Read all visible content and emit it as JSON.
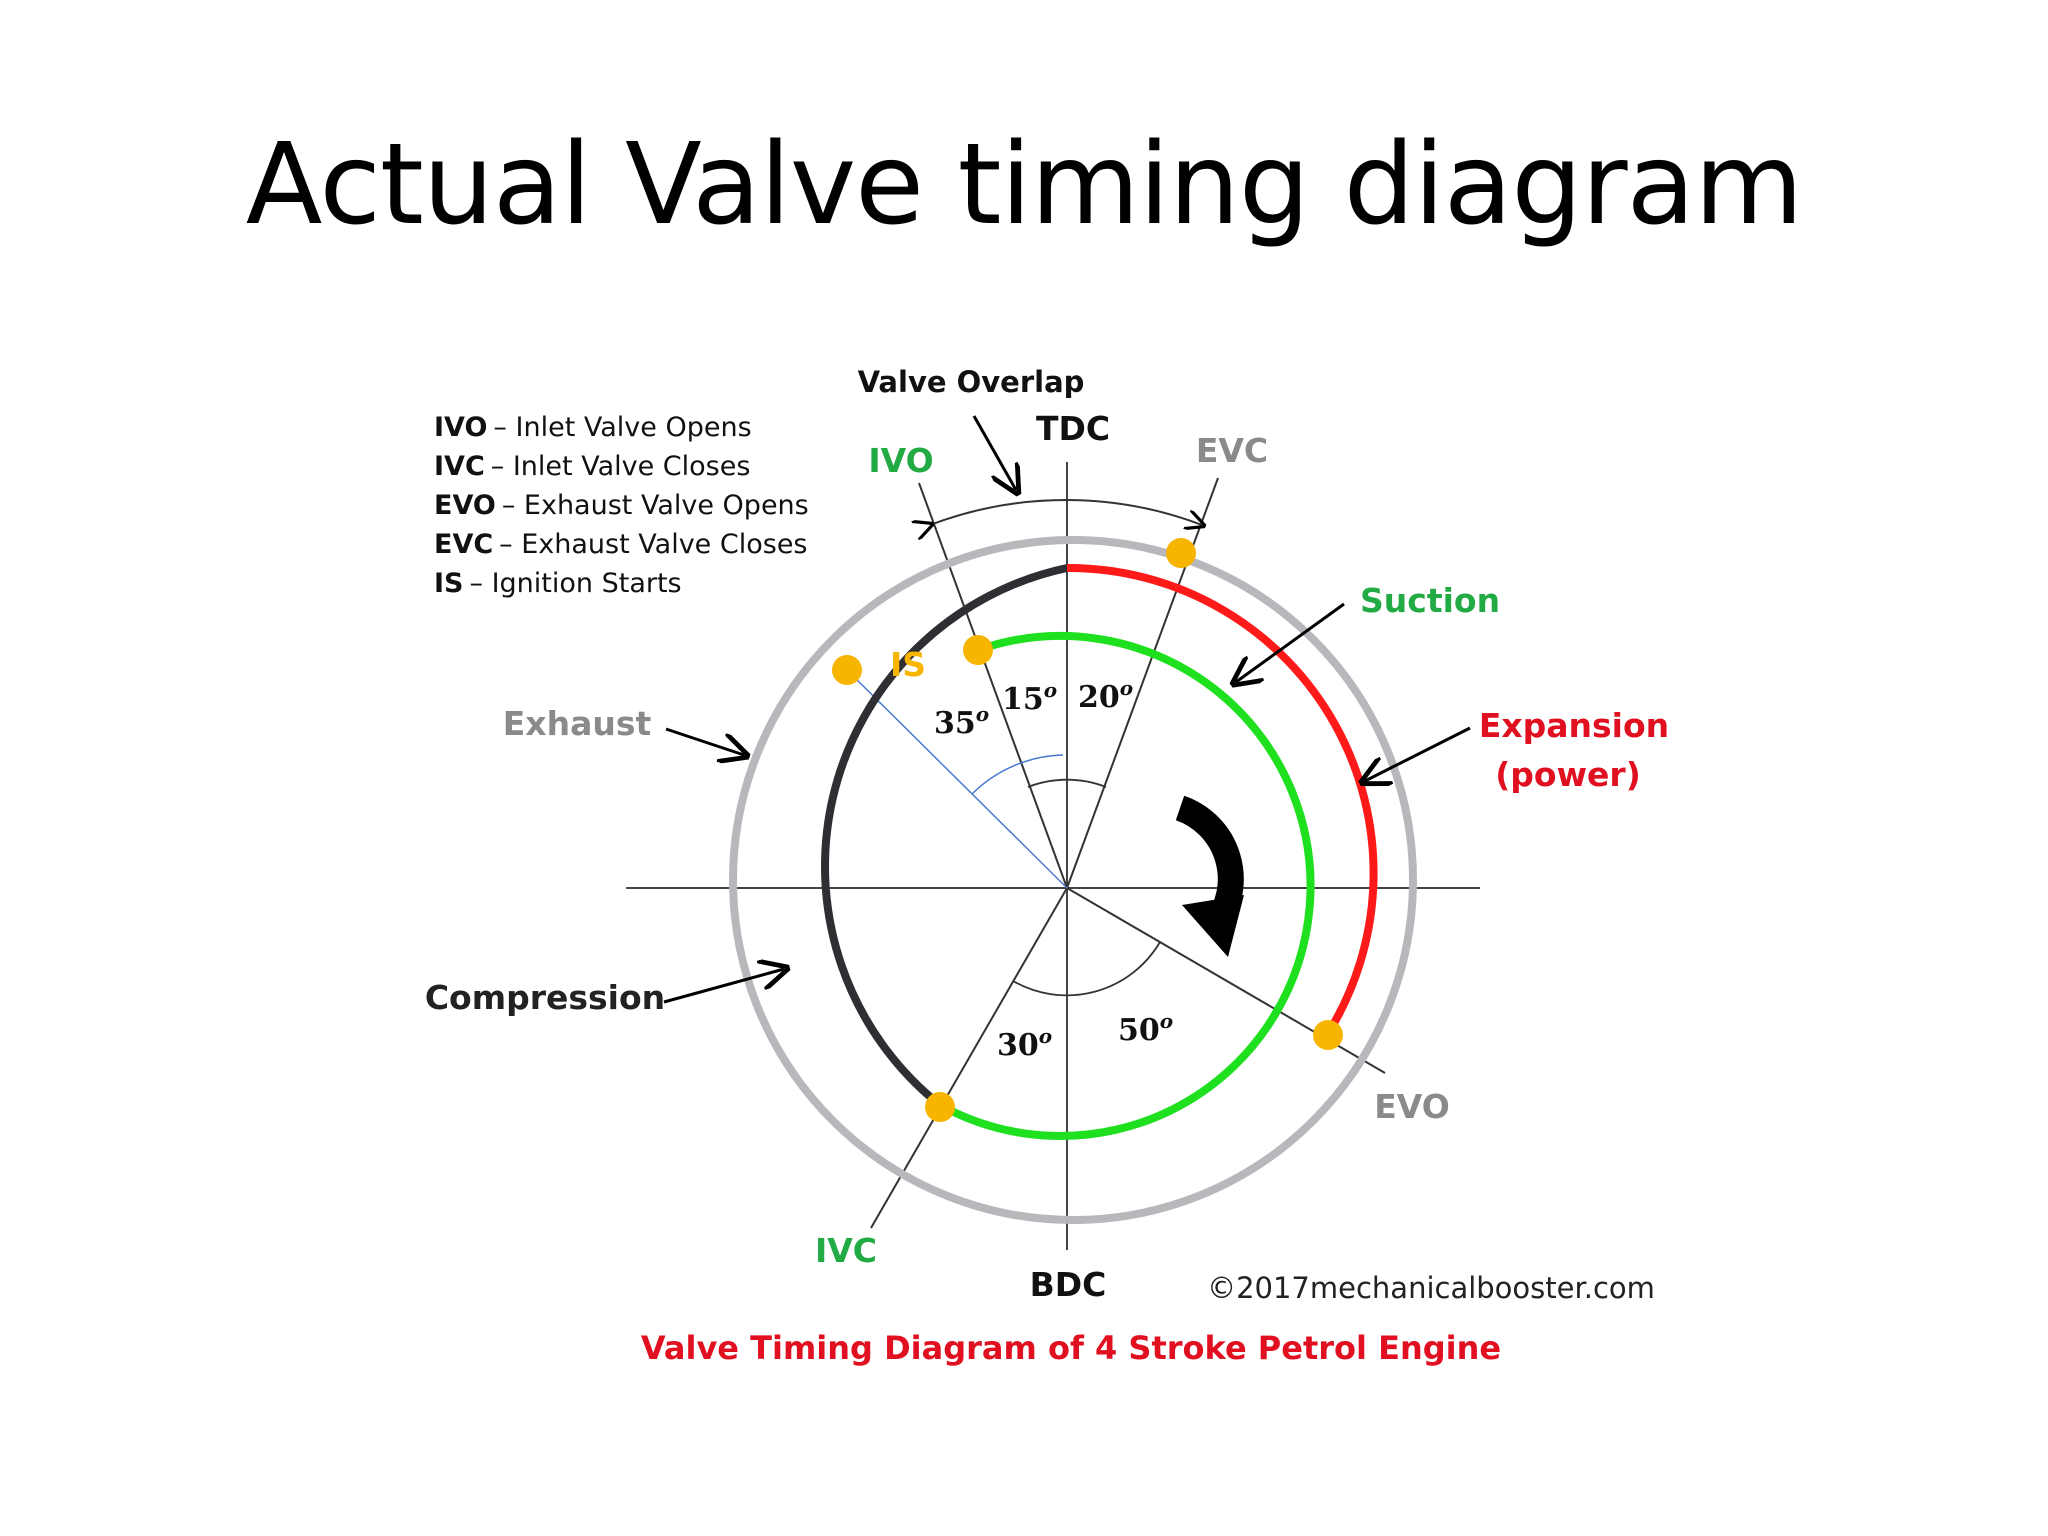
{
  "slide": {
    "title": "Actual Valve timing diagram"
  },
  "colors": {
    "exhaust": "#b8b8bc",
    "compression": "#2e2e33",
    "expansion": "#ff1a1a",
    "suction": "#1ee01e",
    "marker": "#f7b500",
    "ivo_label": "#22aa44",
    "gray_label": "#8a8a8a",
    "caption": "#e01020"
  },
  "legend": [
    {
      "abbr": "IVO",
      "text": "– Inlet Valve Opens"
    },
    {
      "abbr": "IVC",
      "text": "– Inlet Valve Closes"
    },
    {
      "abbr": "EVO",
      "text": "– Exhaust Valve Opens"
    },
    {
      "abbr": "EVC",
      "text": "– Exhaust Valve Closes"
    },
    {
      "abbr": "IS",
      "text": "– Ignition Starts"
    }
  ],
  "labels": {
    "valve_overlap": "Valve Overlap",
    "tdc": "TDC",
    "bdc": "BDC",
    "ivo": "IVO",
    "evc": "EVC",
    "evo": "EVO",
    "ivc": "IVC",
    "is": "IS",
    "suction": "Suction",
    "expansion_1": "Expansion",
    "expansion_2": "(power)",
    "exhaust": "Exhaust",
    "compression": "Compression",
    "copyright": "©2017mechanicalbooster.com",
    "caption": "Valve Timing Diagram of 4 Stroke Petrol Engine"
  },
  "angles": [
    {
      "name": "is-advance",
      "value": "35",
      "unit": "o"
    },
    {
      "name": "ivo-lead",
      "value": "15",
      "unit": "o"
    },
    {
      "name": "evc-lag",
      "value": "20",
      "unit": "o"
    },
    {
      "name": "ivc-lag",
      "value": "30",
      "unit": "o"
    },
    {
      "name": "evo-lead",
      "value": "50",
      "unit": "o"
    }
  ]
}
